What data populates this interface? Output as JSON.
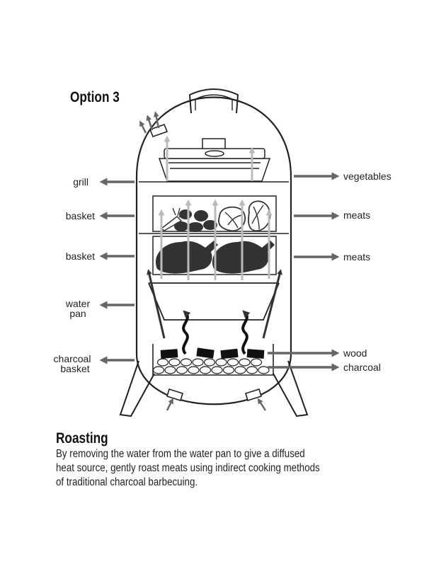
{
  "title": "Option 3",
  "labels_left": {
    "grill": "grill",
    "basket_upper": "basket",
    "basket_lower": "basket",
    "water_pan_line1": "water",
    "water_pan_line2": "pan",
    "charcoal_basket_line1": "charcoal",
    "charcoal_basket_line2": "basket"
  },
  "labels_right": {
    "vegetables": "vegetables",
    "meats_upper": "meats",
    "meats_lower": "meats",
    "wood": "wood",
    "charcoal": "charcoal"
  },
  "section": {
    "title": "Roasting",
    "lines": [
      "By removing the water from the water pan to give a diffused",
      "heat source, gently roast meats using indirect cooking methods",
      "of traditional charcoal barbecuing."
    ]
  },
  "colors": {
    "outline": "#222222",
    "arrow": "#666666",
    "heat_arrow": "#bbbbbb",
    "food": "#333333"
  }
}
